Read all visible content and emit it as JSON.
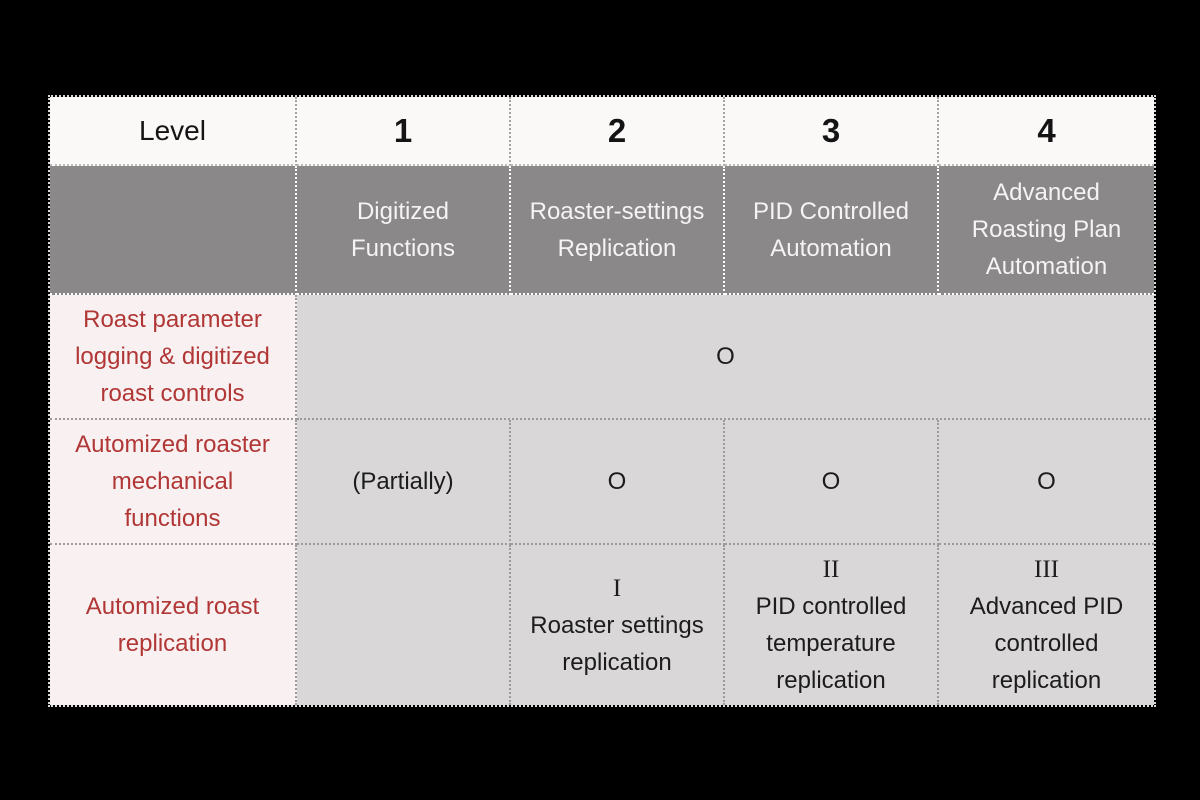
{
  "page": {
    "background": "#000000"
  },
  "table": {
    "title_semantic": "Roasting automation levels matrix",
    "header": {
      "level_label": "Level",
      "level_numbers": [
        "1",
        "2",
        "3",
        "4"
      ]
    },
    "subheader": {
      "titles": [
        "Digitized\nFunctions",
        "Roaster-settings\nReplication",
        "PID Controlled\nAutomation",
        "Advanced\nRoasting Plan\nAutomation"
      ]
    },
    "rows": [
      {
        "label": "Roast parameter\nlogging & digitized\nroast controls",
        "merged_value": "O"
      },
      {
        "label": "Automized roaster\nmechanical\nfunctions",
        "cells": [
          "(Partially)",
          "O",
          "O",
          "O"
        ]
      },
      {
        "label": "Automized roast\nreplication",
        "cells": [
          {
            "numeral": "",
            "text": ""
          },
          {
            "numeral": "I",
            "text": "Roaster settings\nreplication"
          },
          {
            "numeral": "II",
            "text": "PID controlled\ntemperature\nreplication"
          },
          {
            "numeral": "III",
            "text": "Advanced PID\ncontrolled\nreplication"
          }
        ]
      }
    ],
    "colors": {
      "page_background": "#000000",
      "header_row_bg": "#fbf8f8",
      "header_text": "#141414",
      "subheader_bg": "#8a8888",
      "subheader_text": "#f5f3f3",
      "label_cell_bg": "#f9f1f1",
      "label_text": "#b13636",
      "data_cell_bg": "#d9d7d7",
      "data_text": "#1c1c1c",
      "outer_border": "#d9d9d9",
      "inner_border_light_cells": "#9b9b9b",
      "inner_border_gray_cells": "#ffffff"
    }
  }
}
